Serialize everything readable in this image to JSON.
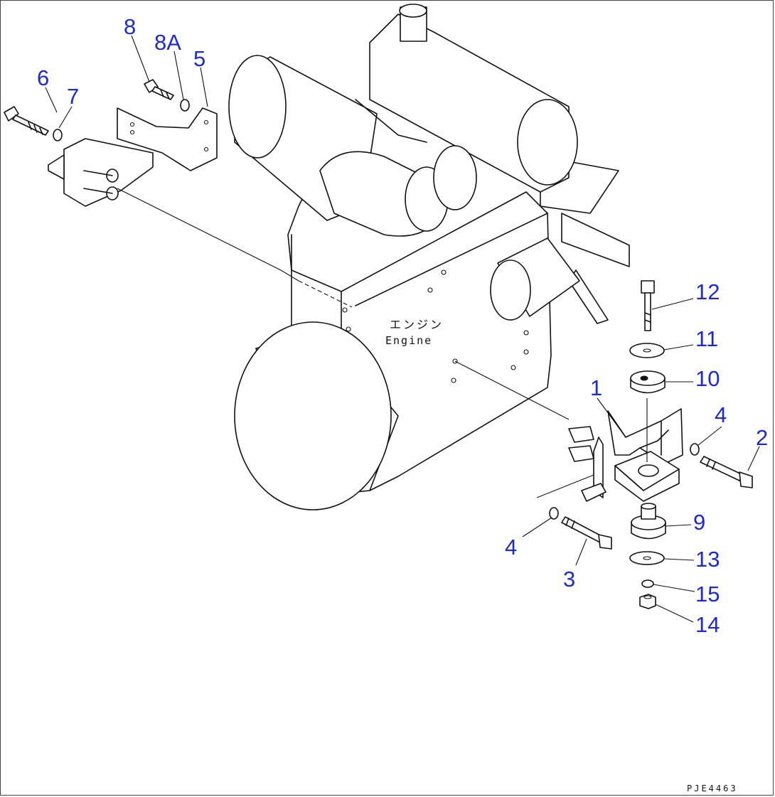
{
  "diagram": {
    "engine_label_jp": "エンジン",
    "engine_label_en": "Engine",
    "drawing_code": "PJE4463",
    "callout_color": "#1a2bd6",
    "callouts": [
      {
        "id": "1",
        "text": "1"
      },
      {
        "id": "2",
        "text": "2"
      },
      {
        "id": "3",
        "text": "3"
      },
      {
        "id": "4a",
        "text": "4"
      },
      {
        "id": "4b",
        "text": "4"
      },
      {
        "id": "5",
        "text": "5"
      },
      {
        "id": "6",
        "text": "6"
      },
      {
        "id": "7",
        "text": "7"
      },
      {
        "id": "8",
        "text": "8"
      },
      {
        "id": "8A",
        "text": "8A"
      },
      {
        "id": "9",
        "text": "9"
      },
      {
        "id": "10",
        "text": "10"
      },
      {
        "id": "11",
        "text": "11"
      },
      {
        "id": "12",
        "text": "12"
      },
      {
        "id": "13",
        "text": "13"
      },
      {
        "id": "14",
        "text": "14"
      },
      {
        "id": "15",
        "text": "15"
      }
    ]
  }
}
